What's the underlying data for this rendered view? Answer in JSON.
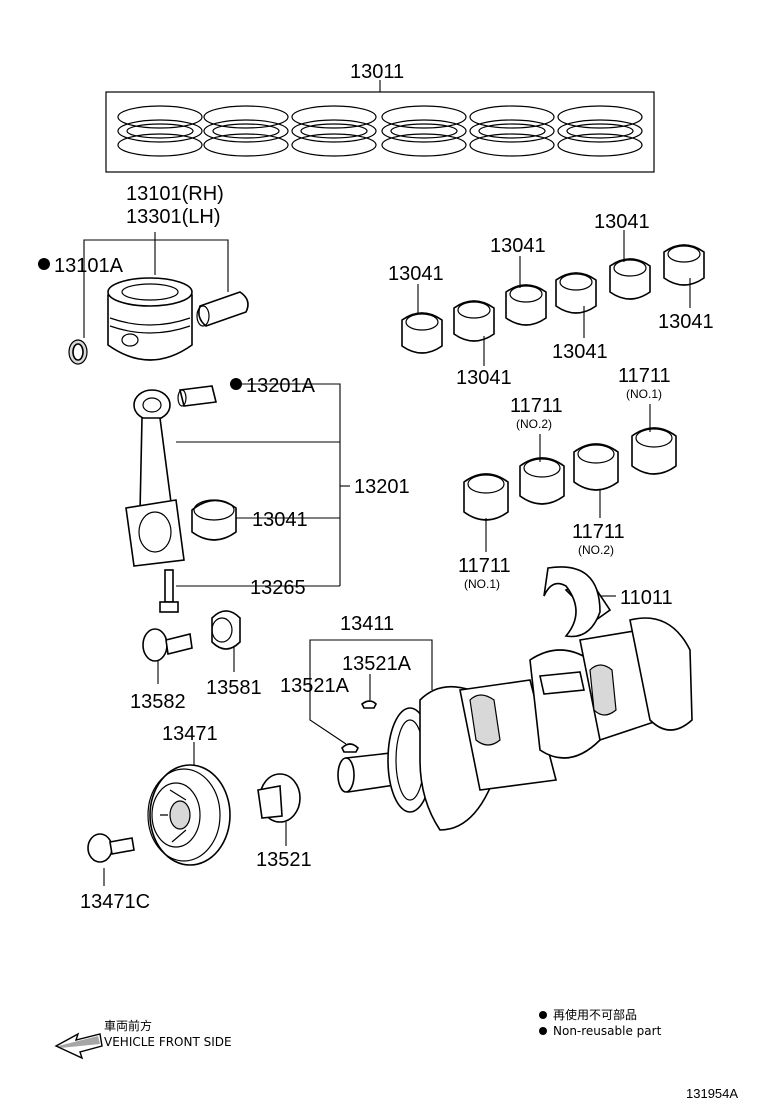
{
  "parts": {
    "p13011": "13011",
    "p13101_rh": "13101(RH)",
    "p13301_lh": "13301(LH)",
    "p13101a": "13101A",
    "p13201a": "13201A",
    "p13201": "13201",
    "p13041_rod": "13041",
    "p13265": "13265",
    "p13582": "13582",
    "p13581": "13581",
    "p13471": "13471",
    "p13471c": "13471C",
    "p13521": "13521",
    "p13411": "13411",
    "p13521a_1": "13521A",
    "p13521a_2": "13521A",
    "p11011": "11011",
    "b13041_1": "13041",
    "b13041_2": "13041",
    "b13041_3": "13041",
    "b13041_4": "13041",
    "b13041_5": "13041",
    "b13041_6": "13041",
    "m11711_1": "11711",
    "m11711_1_sub": "(NO.1)",
    "m11711_2": "11711",
    "m11711_2_sub": "(NO.2)",
    "m11711_3": "11711",
    "m11711_3_sub": "(NO.2)",
    "m11711_4": "11711",
    "m11711_4_sub": "(NO.1)"
  },
  "direction": {
    "jp": "車両前方",
    "en": "VEHICLE FRONT SIDE"
  },
  "legend": {
    "jp": "再使用不可部品",
    "en": "Non-reusable part"
  },
  "figure_id": "131954A",
  "icons": [
    "non-reusable-dot-icon",
    "front-arrow-icon"
  ]
}
